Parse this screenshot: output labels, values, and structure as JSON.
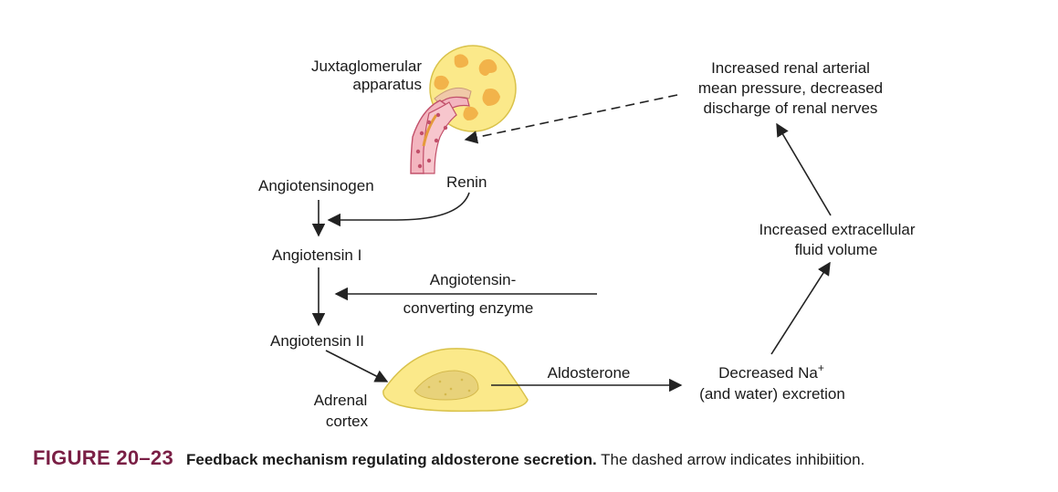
{
  "labels": {
    "juxta_line1": "Juxtaglomerular",
    "juxta_line2": "apparatus",
    "renal_line1": "Increased renal arterial",
    "renal_line2": "mean pressure, decreased",
    "renal_line3": "discharge of renal nerves",
    "renin": "Renin",
    "angiotensinogen": "Angiotensinogen",
    "angiotensin_i": "Angiotensin I",
    "ace_line1": "Angiotensin-",
    "ace_line2": "converting enzyme",
    "angiotensin_ii": "Angiotensin II",
    "adrenal_line1": "Adrenal",
    "adrenal_line2": "cortex",
    "aldosterone": "Aldosterone",
    "na_line1": "Decreased Na",
    "na_sup": "+",
    "na_line2": "(and water) excretion",
    "ecf_line1": "Increased extracellular",
    "ecf_line2": "fluid volume"
  },
  "caption": {
    "figure_number": "FIGURE 20–23",
    "title": "Feedback mechanism regulating aldosterone secretion.",
    "text": " The dashed arrow indicates inhibiition."
  },
  "colors": {
    "structure_fill": "#fbe98a",
    "structure_stroke": "#d9c24a",
    "blob_fill": "#f2b34a",
    "vessel_fill": "#f3b5bf",
    "vessel_stroke": "#c2506a",
    "arrow": "#222222",
    "figure_number": "#7a1f45"
  }
}
